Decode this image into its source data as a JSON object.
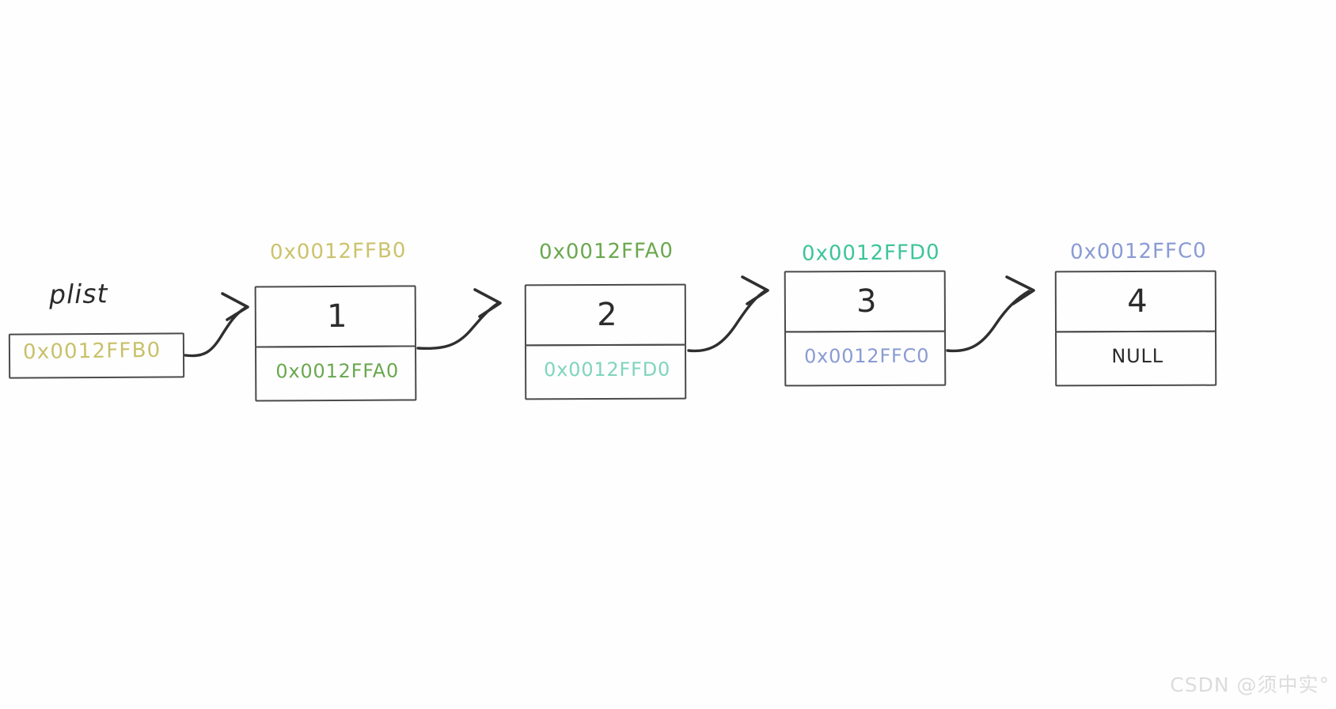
{
  "diagram": {
    "title": "singly-linked-list-memory-diagram",
    "pointer_variable": {
      "name": "plist",
      "value": "0x0012FFB0",
      "value_color": "#c8c169"
    },
    "nodes": [
      {
        "address": "0x0012FFB0",
        "address_color": "#cbc36b",
        "data": "1",
        "next": "0x0012FFA0",
        "next_color": "#6aa84f"
      },
      {
        "address": "0x0012FFA0",
        "address_color": "#6aa84f",
        "data": "2",
        "next": "0x0012FFD0",
        "next_color": "#7fd4bd"
      },
      {
        "address": "0x0012FFD0",
        "address_color": "#3dc49a",
        "data": "3",
        "next": "0x0012FFC0",
        "next_color": "#8a9bd4"
      },
      {
        "address": "0x0012FFC0",
        "address_color": "#8a9bd4",
        "data": "4",
        "next": "NULL",
        "next_color": "#2b2b2b"
      }
    ]
  },
  "watermark": {
    "text": "CSDN @须中实°"
  }
}
